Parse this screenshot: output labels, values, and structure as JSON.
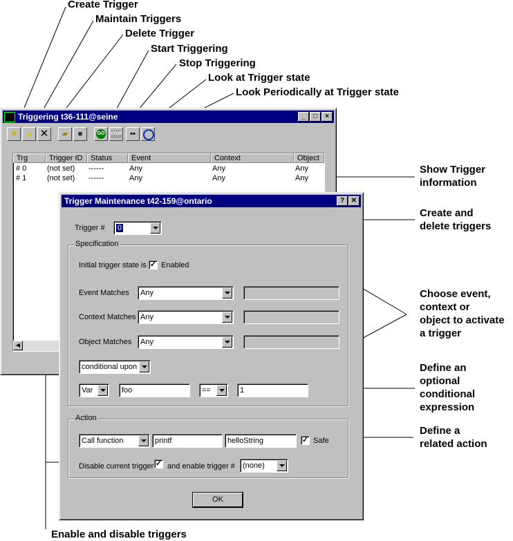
{
  "callouts": {
    "create_trigger": "Create Trigger",
    "maintain_triggers": "Maintain Triggers",
    "delete_trigger": "Delete Trigger",
    "start_triggering": "Start Triggering",
    "stop_triggering": "Stop Triggering",
    "look_state": "Look at Trigger state",
    "look_periodically": "Look Periodically at Trigger state",
    "enable_disable": "Enable and disable triggers"
  },
  "side_notes": {
    "show_info": [
      "Show Trigger",
      "information"
    ],
    "create_delete": [
      "Create and",
      "delete triggers"
    ],
    "choose": [
      "Choose event,",
      "context or",
      "object to activate",
      "a trigger"
    ],
    "conditional": [
      "Define an",
      "optional",
      "conditional",
      "expression"
    ],
    "action": [
      "Define a",
      "related action"
    ]
  },
  "main_window": {
    "title": "Triggering t36-111@seine",
    "toolbar_icons": [
      "create-trigger-icon",
      "maintain-triggers-icon",
      "delete-trigger-icon",
      "open-folder-icon",
      "save-disk-icon",
      "start-go-icon",
      "stop-icon",
      "look-state-icon",
      "look-periodically-icon"
    ],
    "toolbar_text": {
      "go": "GO",
      "stop": "STOP"
    },
    "columns": [
      "Trg",
      "Trigger ID",
      "Status",
      "Event",
      "Context",
      "Object"
    ],
    "rows": [
      [
        "# 0",
        "(not set)",
        "------",
        "Any",
        "Any",
        "Any"
      ],
      [
        "# 1",
        "(not set)",
        "------",
        "Any",
        "Any",
        "Any"
      ]
    ]
  },
  "dialog": {
    "title": "Trigger Maintenance t42-159@ontario",
    "help_glyph": "?",
    "close_glyph": "✕",
    "trigger_label": "Trigger #",
    "trigger_value": "0",
    "specification": {
      "label": "Specification",
      "initial_state_label": "Initial trigger state is",
      "enabled_label": "Enabled",
      "enabled_checked": "✓",
      "event_label": "Event Matches",
      "event_value": "Any",
      "context_label": "Context Matches",
      "context_value": "Any",
      "object_label": "Object Matches",
      "object_value": "Any",
      "conditional_value": "conditional upon",
      "var_value": "Var",
      "var_name": "foo",
      "operator": "==",
      "operand": "1"
    },
    "action": {
      "label": "Action",
      "type_value": "Call function",
      "function_name": "printf",
      "argument": "helloString",
      "safe_checked": "✓",
      "safe_label": "Safe",
      "disable_label": "Disable current trigger",
      "disable_checked": "✓",
      "enable_label": "and enable trigger #",
      "enable_value": "(none)"
    },
    "ok_label": "OK"
  },
  "colors": {
    "titlebar": "#000080",
    "window_face": "#c0c0c0"
  }
}
